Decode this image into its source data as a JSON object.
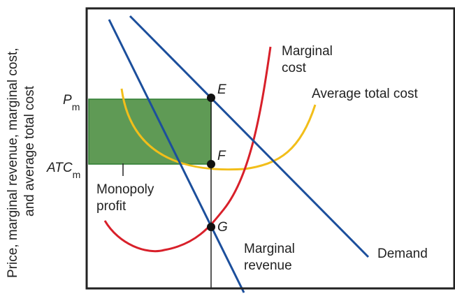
{
  "y_axis_label_line1": "Price, marginal revenue, marginal cost,",
  "y_axis_label_line2": "and average total cost",
  "tick_pm_main": "P",
  "tick_pm_sub": "m",
  "tick_atcm_main": "ATC",
  "tick_atcm_sub": "m",
  "point_e": "E",
  "point_f": "F",
  "point_g": "G",
  "marginal_cost_line1": "Marginal",
  "marginal_cost_line2": "cost",
  "average_total_cost": "Average total cost",
  "monopoly_profit_line1": "Monopoly",
  "monopoly_profit_line2": "profit",
  "marginal_revenue_line1": "Marginal",
  "marginal_revenue_line2": "revenue",
  "demand": "Demand",
  "colors": {
    "frame": "#222222",
    "demand": "#1c4f9c",
    "marginal_revenue": "#1c4f9c",
    "marginal_cost": "#d8202a",
    "average_total_cost": "#f2be1a",
    "profit_fill": "#5f9a55",
    "profit_stroke": "#2e7d32",
    "point": "#111111"
  }
}
